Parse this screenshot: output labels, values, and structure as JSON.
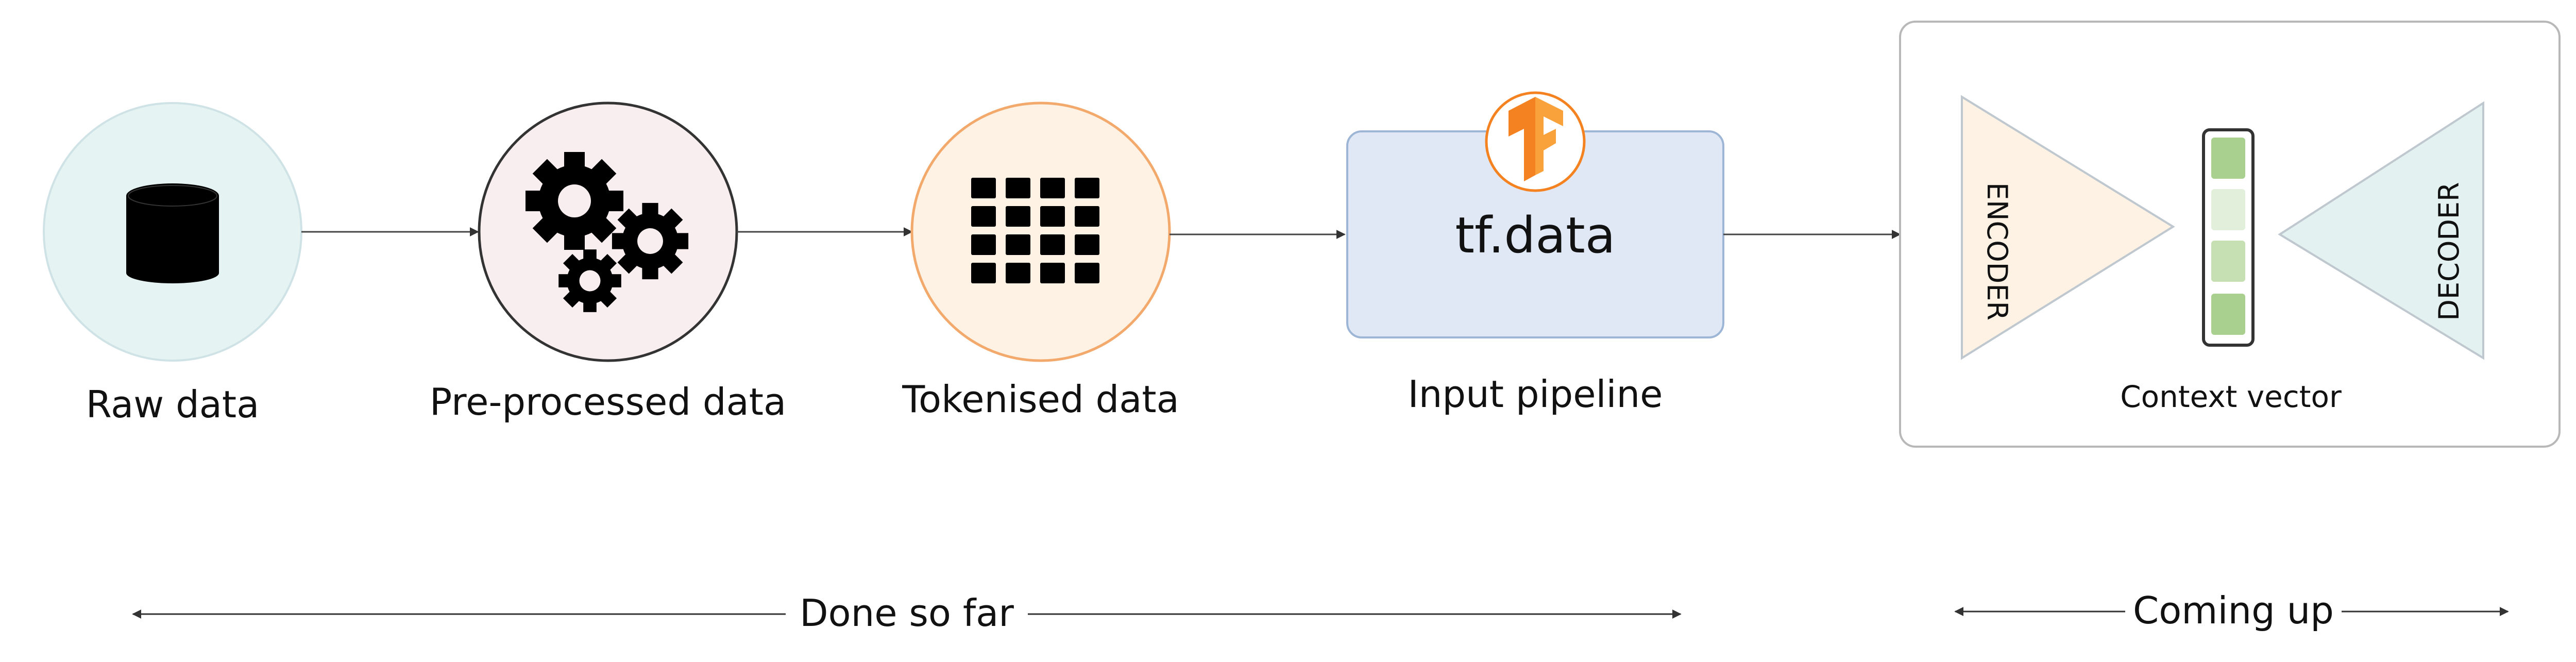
{
  "stages": {
    "raw": {
      "label": "Raw data",
      "icon": "database-icon"
    },
    "preprocessed": {
      "label": "Pre-processed data",
      "icon": "gears-icon"
    },
    "tokenised": {
      "label": "Tokenised data",
      "icon": "grid-icon"
    },
    "pipeline": {
      "box_text": "tf.data",
      "label": "Input pipeline",
      "icon": "tensorflow-logo-icon"
    }
  },
  "model": {
    "encoder_label": "ENCODER",
    "decoder_label": "DECODER",
    "context_label": "Context vector"
  },
  "timeline": {
    "done_label": "Done so far",
    "coming_label": "Coming up"
  },
  "colors": {
    "raw_fill": "#e6f3f3",
    "preprocessed_fill": "#f9eeef",
    "tokenised_fill": "#fdf2e3",
    "tokenised_stroke": "#f2a96b",
    "pipeline_fill": "#dfe8f4",
    "tf_orange": "#f58220",
    "encoder_fill": "#fdf2e3",
    "decoder_fill": "#e3f1f0",
    "context_cell_dark": "#a9d08e",
    "context_cell_light": "#e2efda"
  }
}
